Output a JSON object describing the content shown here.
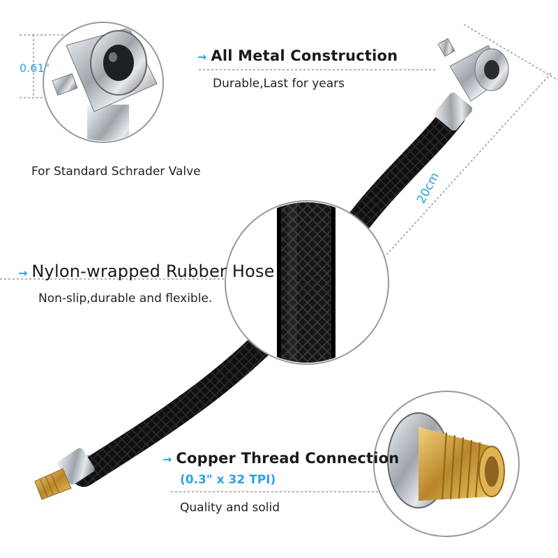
{
  "features": [
    {
      "title": "All Metal Construction",
      "desc": "Durable,Last for years"
    },
    {
      "title": "Nylon-wrapped Rubber Hose",
      "desc": "Non-slip,durable and flexible."
    },
    {
      "title": "Copper Thread Connection",
      "spec": "(0.3\" x 32 TPI)",
      "desc": "Quality and solid"
    }
  ],
  "valve_caption": "For Standard Schrader Valve",
  "dimensions": {
    "diameter": "0.61\"",
    "length": "20cm"
  },
  "colors": {
    "accent": "#2aa3e0",
    "hose": "#141414",
    "chrome": "#c8ccd0",
    "brass": "#d4a53c"
  }
}
